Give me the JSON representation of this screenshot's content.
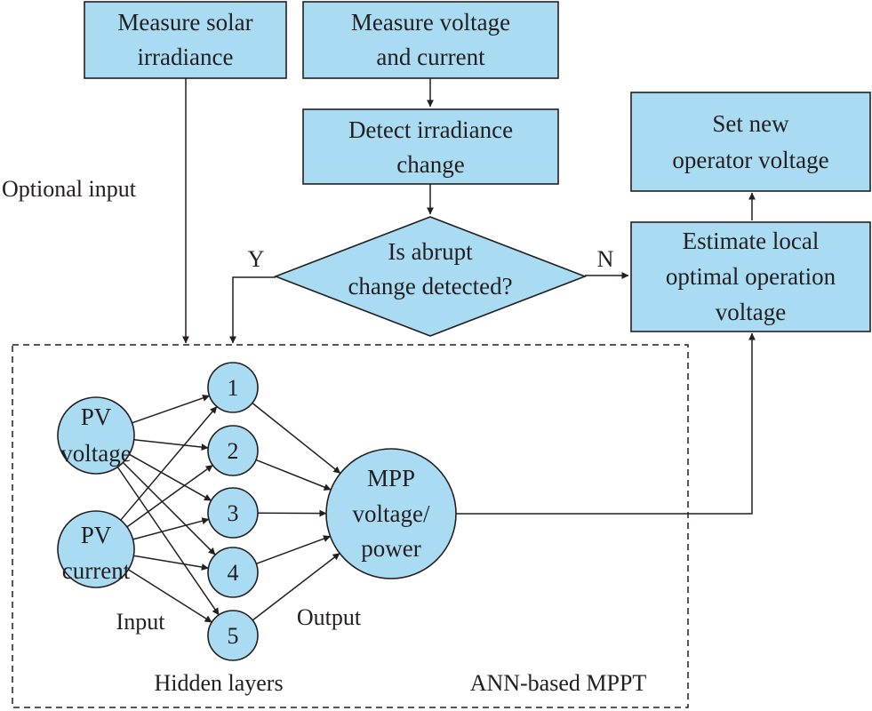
{
  "colors": {
    "fill": "#a9dcf2",
    "stroke": "#231f20"
  },
  "boxes": {
    "measure_solar": [
      "Measure solar",
      "irradiance"
    ],
    "measure_vi": [
      "Measure voltage",
      "and current"
    ],
    "detect_change": [
      "Detect irradiance",
      "change"
    ],
    "set_voltage": [
      "Set new",
      "operator voltage"
    ],
    "estimate_local": [
      "Estimate local",
      "optimal operation",
      "voltage"
    ]
  },
  "decision": [
    "Is abrupt",
    "change detected?"
  ],
  "branch_labels": {
    "yes": "Y",
    "no": "N"
  },
  "labels": {
    "optional_input": "Optional input",
    "input": "Input",
    "output": "Output",
    "hidden_layers": "Hidden layers",
    "ann_mppt": "ANN-based MPPT"
  },
  "ann": {
    "inputs": [
      [
        "PV",
        "voltage"
      ],
      [
        "PV",
        "current"
      ]
    ],
    "hidden": [
      "1",
      "2",
      "3",
      "4",
      "5"
    ],
    "output": [
      "MPP",
      "voltage/",
      "power"
    ]
  }
}
